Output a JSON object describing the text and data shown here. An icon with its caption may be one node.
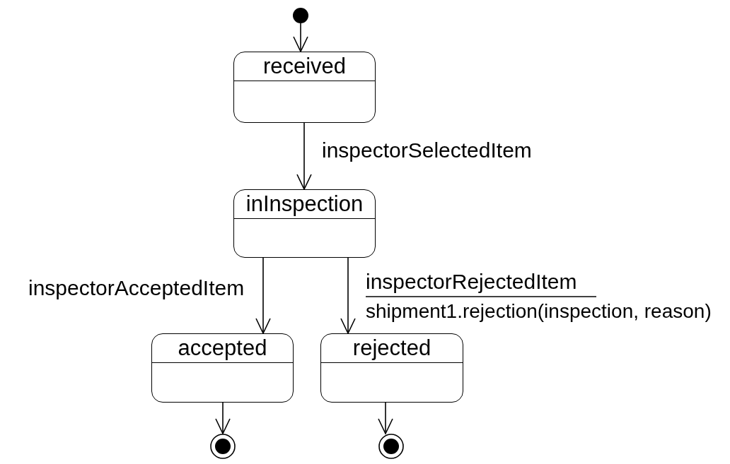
{
  "diagram": {
    "nodes": [
      {
        "text": [],
        "shape": "circle"
      },
      {
        "text": [
          "received"
        ]
      },
      {
        "text": [
          "inInspection"
        ]
      },
      {
        "text": [
          "accepted"
        ]
      },
      {
        "text": [
          "rejected"
        ]
      },
      {
        "text": [],
        "shape": "bullseye"
      },
      {
        "text": [],
        "shape": "bullseye"
      }
    ],
    "edges": [
      {
        "from": 0,
        "to": 1,
        "arrow": "to"
      },
      {
        "from": 1,
        "to": 2,
        "arrow": "to",
        "label": "inspectorSelectedItem"
      },
      {
        "from": 2,
        "to": 3,
        "arrow": "to",
        "label": "inspectorAcceptedItem"
      },
      {
        "from": 2,
        "to": 4,
        "arrow": "to",
        "label": "inspectorRejectedItem"
      },
      {
        "from": 3,
        "to": 5,
        "arrow": "to"
      },
      {
        "from": 4,
        "to": 6,
        "arrow": "to"
      }
    ],
    "labels": [
      "shipment1.rejection(inspection, reason)"
    ]
  }
}
